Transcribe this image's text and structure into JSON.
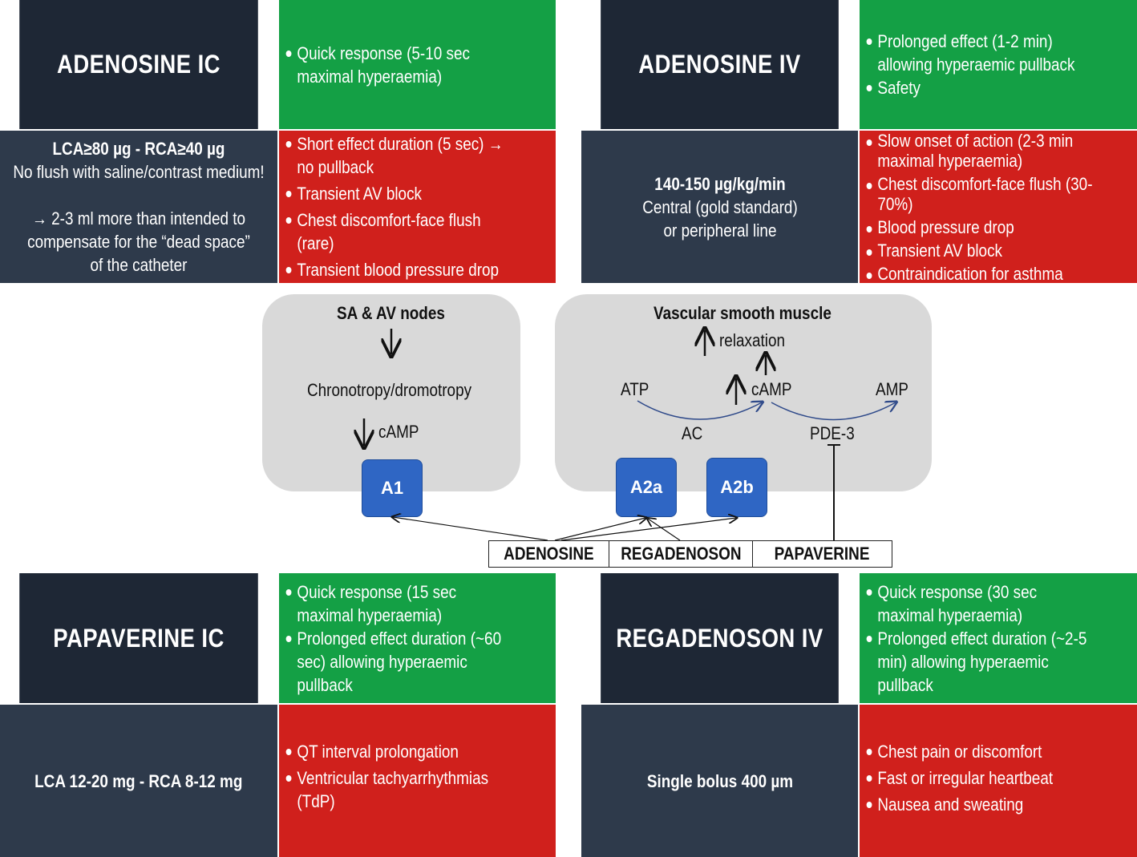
{
  "adenosine_ic": {
    "title": "ADENOSINE IC",
    "pros": [
      "Quick response (5-10 sec maximal hyperaemia)"
    ],
    "dose": [
      "LCA≥80 µg - RCA≥40 µg",
      "No flush with saline/contrast medium!",
      "→ 2-3 ml more than intended to",
      "compensate for the “dead space”",
      "of the catheter"
    ],
    "cons": [
      "Short effect duration (5 sec) → no pullback",
      "Transient AV block",
      "Chest discomfort-face flush (rare)",
      "Transient blood pressure drop"
    ]
  },
  "adenosine_iv": {
    "title": "ADENOSINE IV",
    "pros": [
      "Prolonged effect (1-2 min) allowing hyperaemic pullback",
      "Safety"
    ],
    "dose": [
      "140-150 µg/kg/min",
      "Central (gold standard)",
      "or peripheral line"
    ],
    "cons": [
      "Slow onset of action (2-3 min maximal hyperaemia)",
      "Chest discomfort-face flush (30-70%)",
      "Blood pressure drop",
      "Transient AV block",
      "Contraindication for asthma"
    ]
  },
  "papaverine_ic": {
    "title": "PAPAVERINE IC",
    "pros": [
      "Quick response (15 sec maximal hyperaemia)",
      "Prolonged effect duration (~60 sec) allowing hyperaemic pullback"
    ],
    "dose": [
      "LCA 12-20 mg - RCA 8-12 mg"
    ],
    "cons": [
      "QT interval prolongation",
      "Ventricular tachyarrhythmias (TdP)"
    ]
  },
  "regadenoson_iv": {
    "title": "REGADENOSON IV",
    "pros": [
      "Quick response (30 sec maximal hyperaemia)",
      "Prolonged effect duration (~2-5 min) allowing hyperaemic pullback"
    ],
    "dose": [
      "Single bolus 400 µm"
    ],
    "cons": [
      "Chest pain or discomfort",
      "Fast or irregular heartbeat",
      "Nausea and sweating"
    ]
  },
  "diagram": {
    "left": {
      "top": "SA & AV nodes",
      "mid": "Chronotropy/dromotropy",
      "camp": "cAMP",
      "receptor": "A1"
    },
    "right": {
      "title": "Vascular smooth muscle",
      "relax": "relaxation",
      "atp": "ATP",
      "camp": "cAMP",
      "amp": "AMP",
      "ac": "AC",
      "pde": "PDE-3",
      "r1": "A2a",
      "r2": "A2b"
    },
    "drugs": [
      "ADENOSINE",
      "REGADENOSON",
      "PAPAVERINE"
    ],
    "colors": {
      "box": "#d9d9d9",
      "receptor": "#2f66c4",
      "arc": "#2f4a8a"
    }
  }
}
